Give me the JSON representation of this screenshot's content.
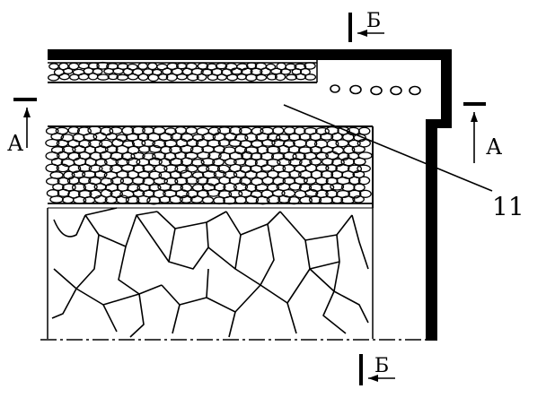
{
  "labels": {
    "section_top": "Б",
    "section_bottom": "Б",
    "section_left": "А",
    "section_right": "А",
    "callout": "11"
  },
  "colors": {
    "ink": "#000000",
    "paper": "#ffffff"
  }
}
